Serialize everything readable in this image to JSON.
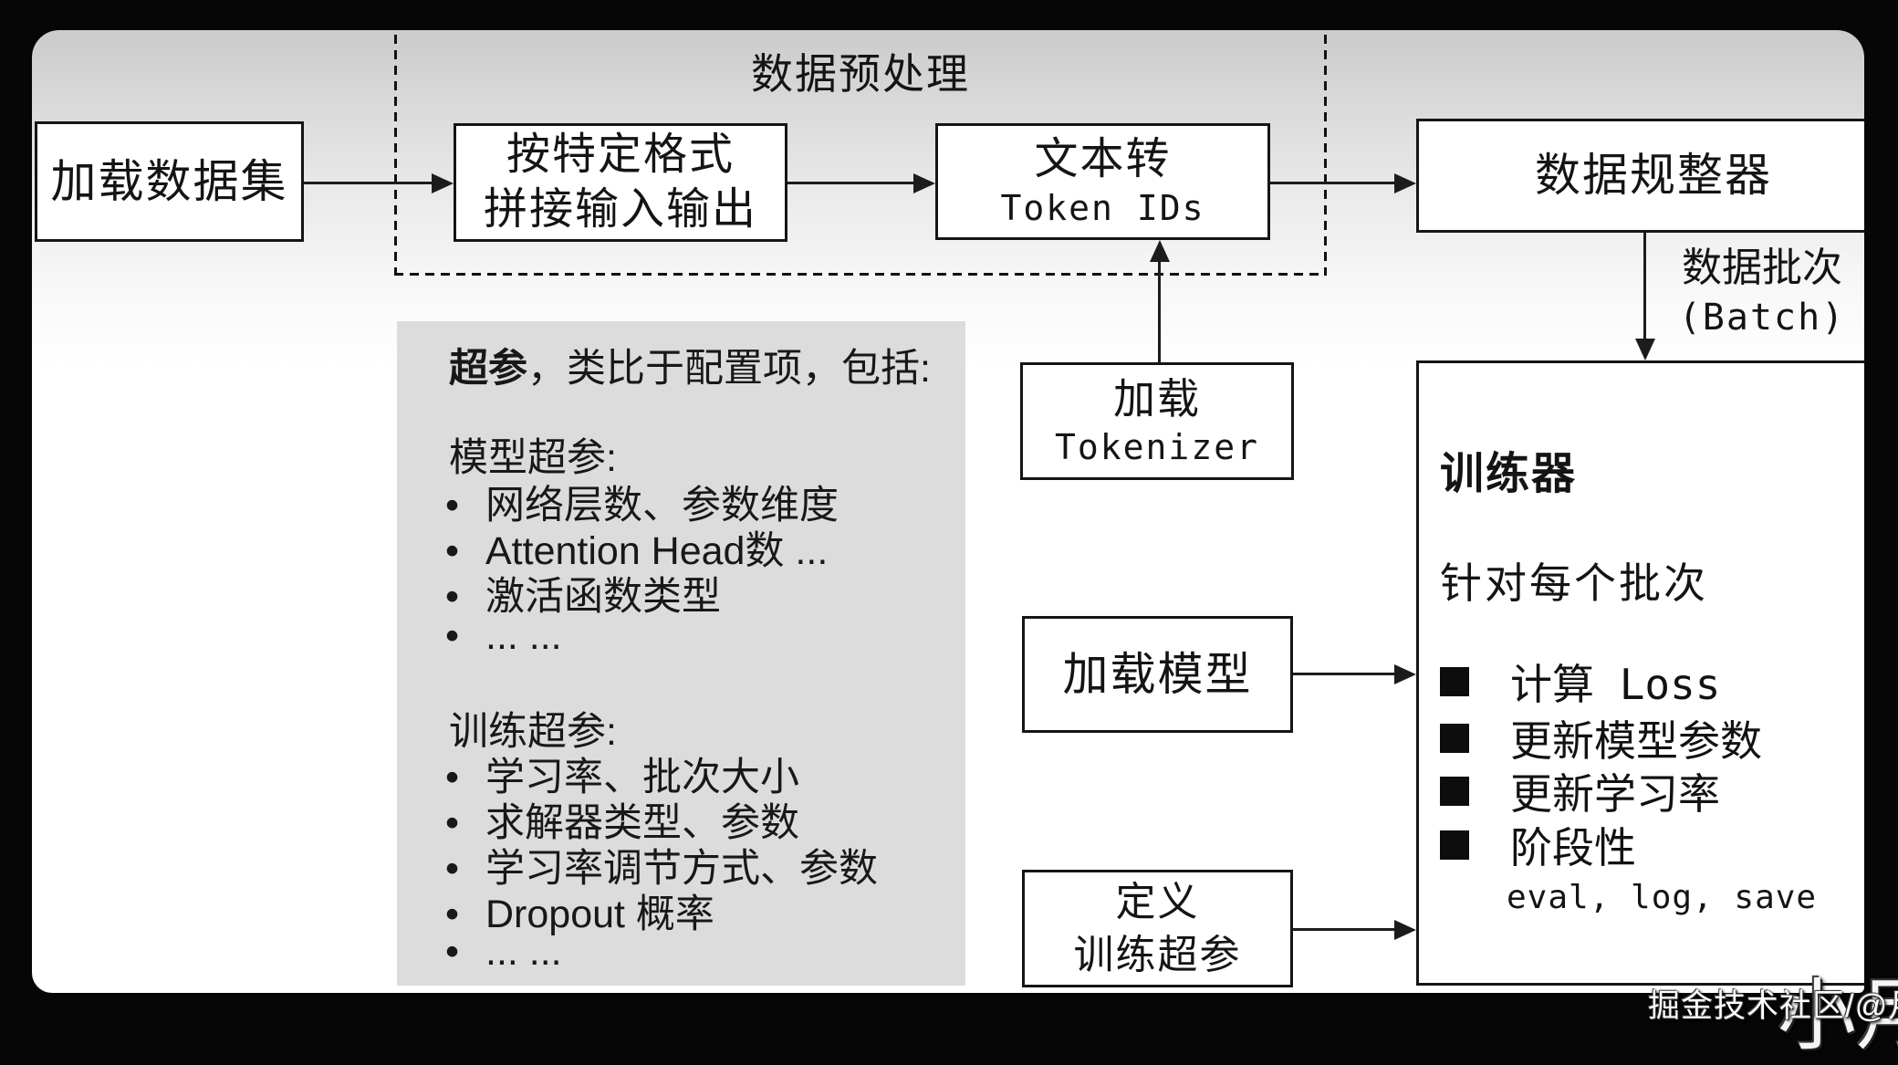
{
  "preprocess_label": "数据预处理",
  "boxes": {
    "load_dataset": "加载数据集",
    "format_line1": "按特定格式",
    "format_line2": "拼接输入输出",
    "text2token_line1": "文本转",
    "text2token_line2": "Token IDs",
    "data_collator": "数据规整器",
    "load_tokenizer_line1": "加载",
    "load_tokenizer_line2": "Tokenizer",
    "load_model": "加载模型",
    "define_hparams_line1": "定义",
    "define_hparams_line2": "训练超参"
  },
  "batch_label": {
    "line1": "数据批次",
    "line2": "(Batch)"
  },
  "hyperparam_panel": {
    "intro_bold": "超参",
    "intro_rest": "，类比于配置项，包括:",
    "model_section": "模型超参:",
    "bullet": "•",
    "model_items": [
      "网络层数、参数维度",
      "Attention Head数 ...",
      "激活函数类型",
      "... ..."
    ],
    "train_section": "训练超参:",
    "train_items": [
      "学习率、批次大小",
      "求解器类型、参数",
      "学习率调节方式、参数",
      "Dropout 概率",
      "... ..."
    ]
  },
  "trainer": {
    "title": "训练器",
    "subtitle": "针对每个批次",
    "items": [
      "计算 Loss",
      "更新模型参数",
      "更新学习率",
      "阶段性"
    ],
    "items_footer": "eval, log, save"
  },
  "watermark": {
    "small": "掘金技术社区/@月饼",
    "big": "小月饼"
  }
}
